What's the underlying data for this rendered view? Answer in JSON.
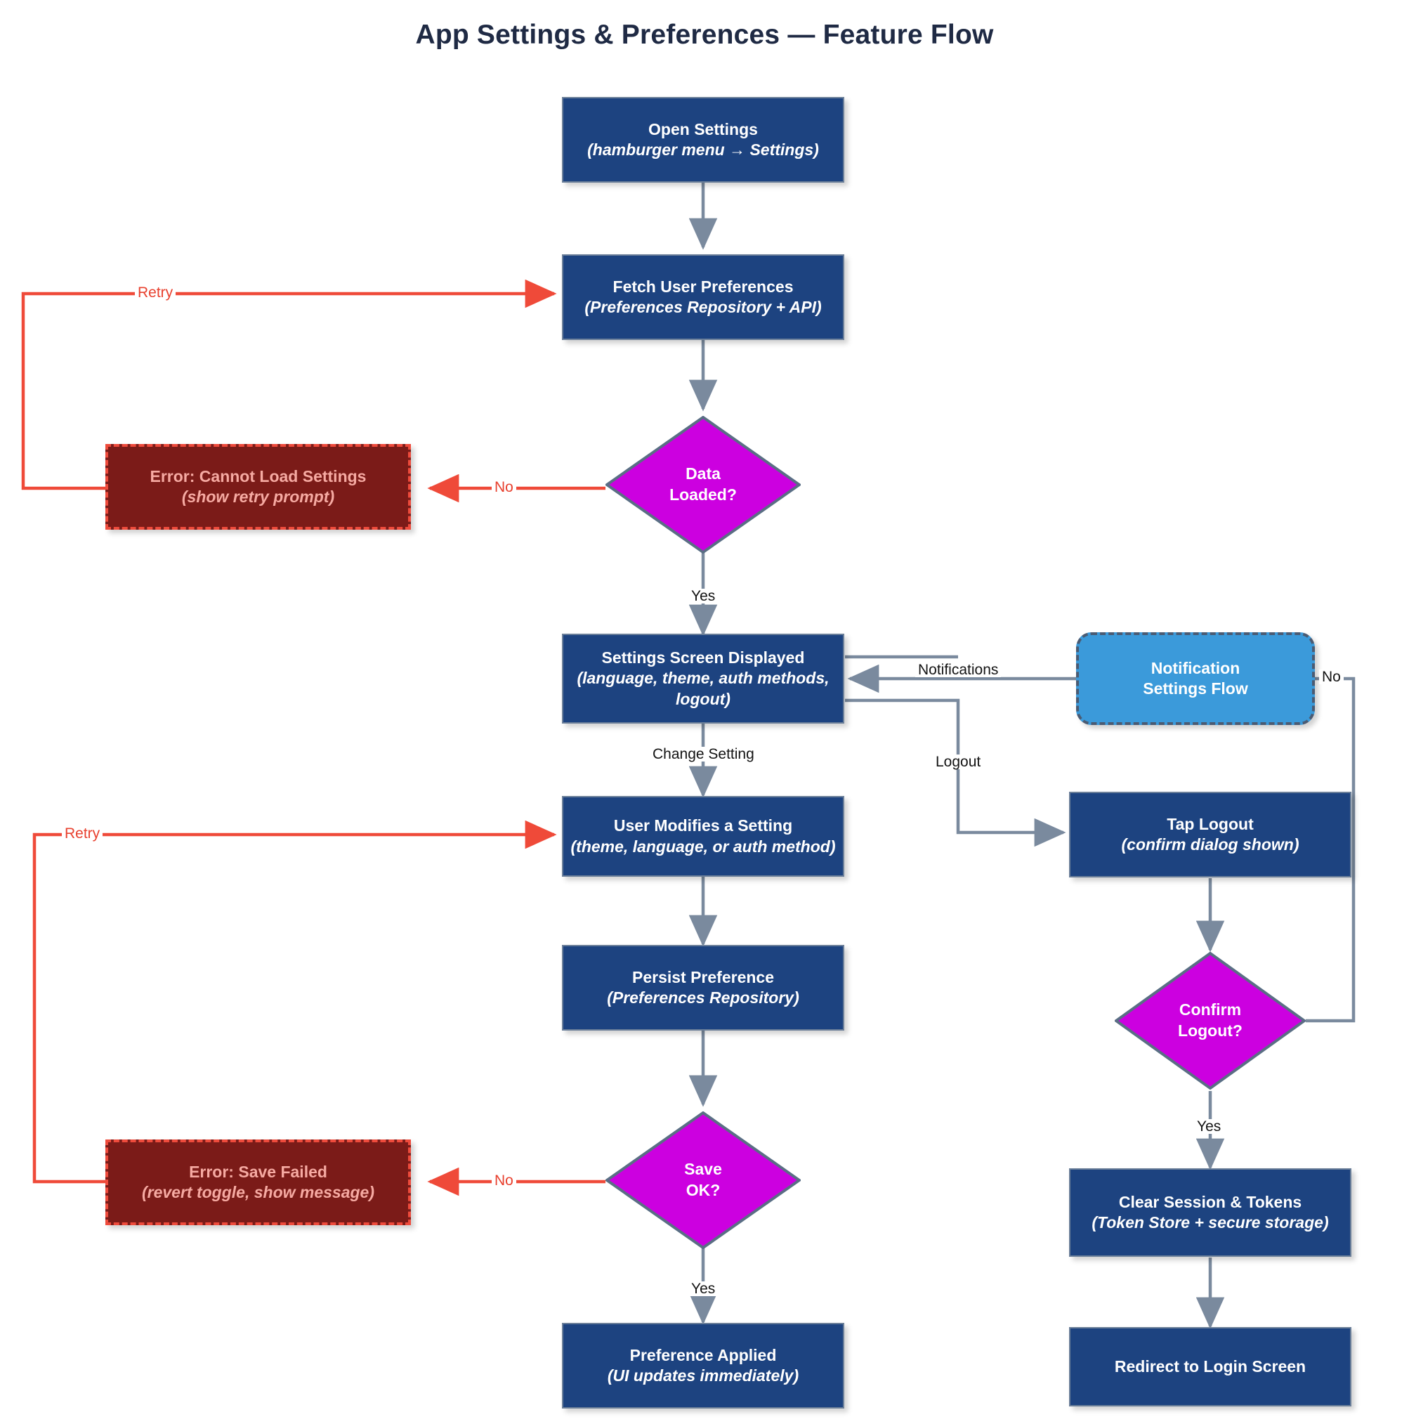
{
  "diagram": {
    "title": "App Settings & Preferences — Feature Flow",
    "type": "flowchart",
    "colors": {
      "process_fill": "#1d4380",
      "process_border": "#6b7f99",
      "decision_fill": "#cc00e0",
      "decision_border": "#5a6e85",
      "error_fill": "#7b1b18",
      "error_border": "#ee4b3c",
      "error_text": "#f6aaa2",
      "subflow_fill": "#3b9ada",
      "subflow_border": "#4a5b73",
      "edge_normal": "#7a8a9e",
      "edge_error": "#ef4a39",
      "title_text": "#1f2a44",
      "background": "#ffffff"
    },
    "nodes": [
      {
        "id": "open_settings",
        "shape": "process",
        "line1": "Open Settings",
        "line2": "(hamburger menu → Settings)"
      },
      {
        "id": "fetch_prefs",
        "shape": "process",
        "line1": "Fetch User Preferences",
        "line2": "(Preferences Repository + API)"
      },
      {
        "id": "data_loaded",
        "shape": "decision",
        "line1": "Data",
        "line2": "Loaded?"
      },
      {
        "id": "error_load",
        "shape": "error",
        "line1": "Error: Cannot Load Settings",
        "line2": "(show retry prompt)"
      },
      {
        "id": "settings_screen",
        "shape": "process",
        "line1": "Settings Screen Displayed",
        "line2": "(language, theme, auth methods, logout)"
      },
      {
        "id": "notif_flow",
        "shape": "subflow",
        "line1": "Notification",
        "line2": "Settings Flow"
      },
      {
        "id": "user_modifies",
        "shape": "process",
        "line1": "User Modifies a Setting",
        "line2": "(theme, language, or auth method)"
      },
      {
        "id": "tap_logout",
        "shape": "process",
        "line1": "Tap Logout",
        "line2": "(confirm dialog shown)"
      },
      {
        "id": "persist_pref",
        "shape": "process",
        "line1": "Persist Preference",
        "line2": "(Preferences Repository)"
      },
      {
        "id": "confirm_logout",
        "shape": "decision",
        "line1": "Confirm",
        "line2": "Logout?"
      },
      {
        "id": "error_save",
        "shape": "error",
        "line1": "Error: Save Failed",
        "line2": "(revert toggle, show message)"
      },
      {
        "id": "save_ok",
        "shape": "decision",
        "line1": "Save",
        "line2": "OK?"
      },
      {
        "id": "clear_session",
        "shape": "process",
        "line1": "Clear Session & Tokens",
        "line2": "(Token Store + secure storage)"
      },
      {
        "id": "pref_applied",
        "shape": "process",
        "line1": "Preference Applied",
        "line2": "(UI updates immediately)"
      },
      {
        "id": "redirect_login",
        "shape": "process",
        "line1": "Redirect to Login Screen",
        "line2": ""
      }
    ],
    "edges": [
      {
        "id": "e1",
        "from": "open_settings",
        "to": "fetch_prefs",
        "label": "",
        "style": "normal"
      },
      {
        "id": "e2",
        "from": "fetch_prefs",
        "to": "data_loaded",
        "label": "",
        "style": "normal"
      },
      {
        "id": "e3",
        "from": "data_loaded",
        "to": "error_load",
        "label": "No",
        "style": "error"
      },
      {
        "id": "e4",
        "from": "error_load",
        "to": "fetch_prefs",
        "label": "Retry",
        "style": "error"
      },
      {
        "id": "e5",
        "from": "data_loaded",
        "to": "settings_screen",
        "label": "Yes",
        "style": "normal"
      },
      {
        "id": "e6",
        "from": "settings_screen",
        "to": "notif_flow",
        "label": "Notifications",
        "style": "normal"
      },
      {
        "id": "e7",
        "from": "notif_flow",
        "to": "settings_screen",
        "label": "",
        "style": "normal"
      },
      {
        "id": "e8",
        "from": "settings_screen",
        "to": "user_modifies",
        "label": "Change Setting",
        "style": "normal"
      },
      {
        "id": "e9",
        "from": "settings_screen",
        "to": "tap_logout",
        "label": "Logout",
        "style": "normal"
      },
      {
        "id": "e10",
        "from": "user_modifies",
        "to": "persist_pref",
        "label": "",
        "style": "normal"
      },
      {
        "id": "e11",
        "from": "persist_pref",
        "to": "save_ok",
        "label": "",
        "style": "normal"
      },
      {
        "id": "e12",
        "from": "save_ok",
        "to": "error_save",
        "label": "No",
        "style": "error"
      },
      {
        "id": "e13",
        "from": "error_save",
        "to": "user_modifies",
        "label": "Retry",
        "style": "error"
      },
      {
        "id": "e14",
        "from": "save_ok",
        "to": "pref_applied",
        "label": "Yes",
        "style": "normal"
      },
      {
        "id": "e15",
        "from": "tap_logout",
        "to": "confirm_logout",
        "label": "",
        "style": "normal"
      },
      {
        "id": "e16",
        "from": "confirm_logout",
        "to": "clear_session",
        "label": "Yes",
        "style": "normal"
      },
      {
        "id": "e17",
        "from": "confirm_logout",
        "to": "settings_screen",
        "label": "No",
        "style": "normal"
      },
      {
        "id": "e18",
        "from": "clear_session",
        "to": "redirect_login",
        "label": "",
        "style": "normal"
      }
    ],
    "edge_labels": {
      "no_load": "No",
      "retry_load": "Retry",
      "yes_load": "Yes",
      "notifications": "Notifications",
      "change_setting": "Change Setting",
      "logout": "Logout",
      "no_save": "No",
      "retry_save": "Retry",
      "yes_save": "Yes",
      "yes_logout": "Yes",
      "no_logout": "No"
    }
  }
}
